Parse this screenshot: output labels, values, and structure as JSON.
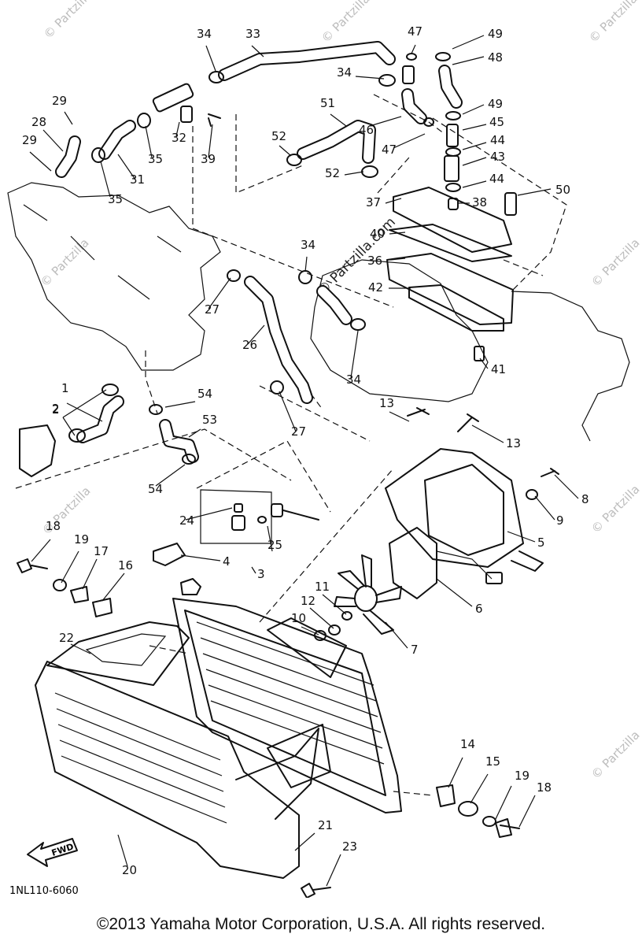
{
  "watermarks": [
    "© Partzilla",
    "© Partzilla",
    "© Partzilla",
    "© Partzilla",
    "© Partzilla",
    "© Partzilla",
    "© Partzilla",
    "© Partzilla"
  ],
  "watermark_center": "© Partzilla.com",
  "diagram_code": "1NL110-6060",
  "fwd_label": "FWD",
  "copyright": "©2013  Yamaha Motor Corporation, U.S.A. All rights reserved.",
  "part_labels": [
    "1",
    "2",
    "2",
    "3",
    "4",
    "5",
    "6",
    "7",
    "8",
    "9",
    "10",
    "11",
    "12",
    "13",
    "13",
    "14",
    "15",
    "16",
    "17",
    "18",
    "18",
    "19",
    "19",
    "20",
    "21",
    "22",
    "23",
    "24",
    "25",
    "26",
    "27",
    "27",
    "28",
    "29",
    "29",
    "31",
    "32",
    "33",
    "34",
    "34",
    "34",
    "34",
    "35",
    "35",
    "36",
    "37",
    "38",
    "39",
    "40",
    "41",
    "42",
    "43",
    "44",
    "44",
    "45",
    "46",
    "47",
    "47",
    "48",
    "49",
    "49",
    "50",
    "51",
    "52",
    "52",
    "53",
    "54",
    "54"
  ]
}
